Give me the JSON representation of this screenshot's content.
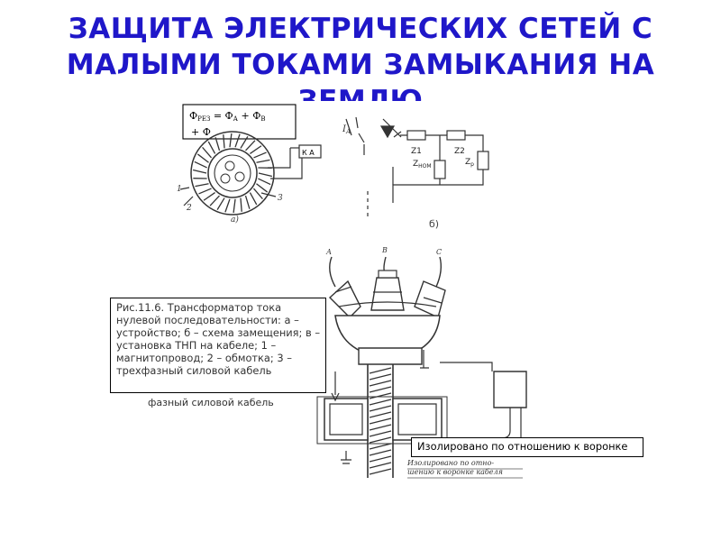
{
  "slide": {
    "title_lines": [
      "ЗАЩИТА ЭЛЕКТРИЧЕСКИХ СЕТЕЙ С",
      "МАЛЫМИ ТОКАМИ ЗАМЫКАНИЯ НА",
      "ЗЕМЛЮ"
    ]
  },
  "diagram_a": {
    "formula": "Ф",
    "formula_sub": "РЕЗ",
    "formula_rest": " = Ф",
    "formula_sub_a": "А",
    "formula_plus": " + Ф",
    "formula_sub_b": "В",
    "formula_line2": "+ Ф",
    "ka_label": "К А",
    "labels": [
      "1",
      "2",
      "3",
      "а)"
    ]
  },
  "diagram_b": {
    "current_label": "I",
    "current_sub": "А",
    "z1_label": "Z1",
    "z_nom_label": "Z",
    "z_nom_sub": "НОМ",
    "z2_label": "Z2",
    "z_r_label": "Z",
    "z_r_sub": "р",
    "fig_label": "б)"
  },
  "diagram_c": {
    "phase_labels": [
      "А",
      "В",
      "С"
    ],
    "cable_text_behind": "фазный силовой кабель",
    "insulated_text_line1": "Изолировано по отно-",
    "insulated_text_line2": "шению к воронке кабеля"
  },
  "caption": {
    "text": "Рис.11.6. Трансформатор тока нулевой последовательности:  а – устройство;  б – схема замещения; в – установка ТНП на кабеле;  1 – магнитопровод;  2 – обмотка;  3 – трехфазный силовой кабель"
  },
  "callout": {
    "text": "Изолировано по отношению к воронке"
  }
}
